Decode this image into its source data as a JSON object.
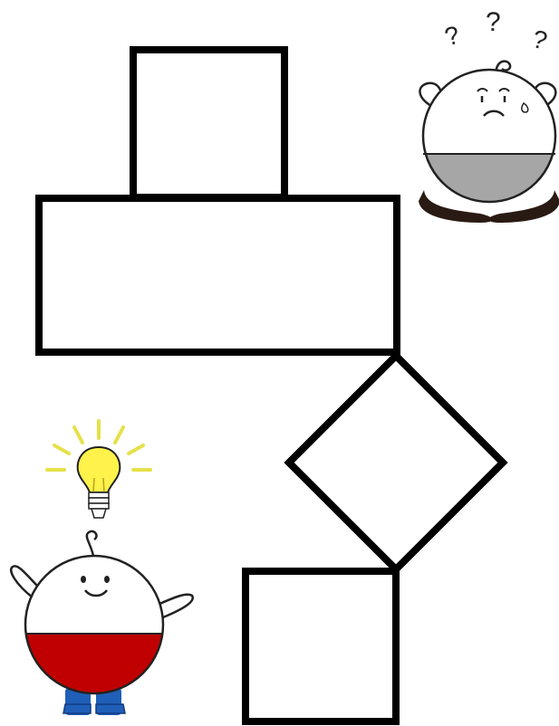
{
  "diagram": {
    "shapes": [
      {
        "name": "top-small-square",
        "kind": "rect"
      },
      {
        "name": "wide-rectangle",
        "kind": "rect"
      },
      {
        "name": "diamond-square",
        "kind": "diamond"
      },
      {
        "name": "bottom-square",
        "kind": "rect"
      }
    ],
    "stroke_color": "#000000",
    "fill_color": "#ffffff"
  },
  "characters": {
    "confused": {
      "marks": [
        "?",
        "?",
        "?"
      ],
      "icon": "confused-character-icon",
      "body_color": "#a6a6a6",
      "shoe_color": "#2a1a14"
    },
    "idea": {
      "icon": "idea-character-icon",
      "bulb_icon": "lightbulb-icon",
      "bulb_color": "#fff24a",
      "ray_color": "#e6e04a",
      "body_color": "#c00000",
      "shoe_color": "#1f5fb8"
    }
  }
}
